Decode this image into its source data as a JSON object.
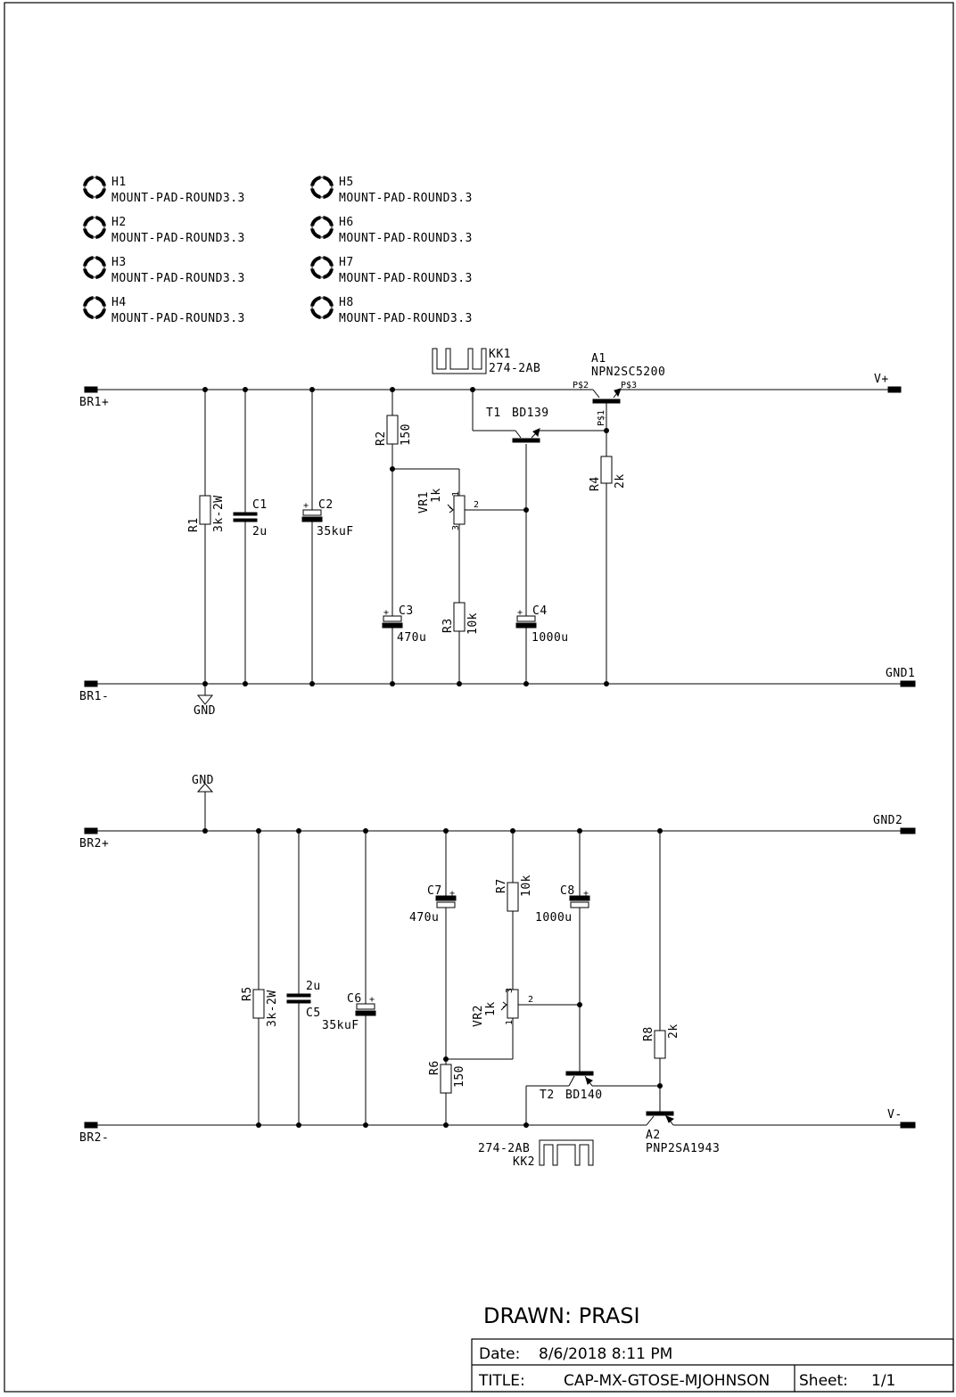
{
  "mount_pads": [
    {
      "ref": "H1",
      "value": "MOUNT-PAD-ROUND3.3"
    },
    {
      "ref": "H2",
      "value": "MOUNT-PAD-ROUND3.3"
    },
    {
      "ref": "H3",
      "value": "MOUNT-PAD-ROUND3.3"
    },
    {
      "ref": "H4",
      "value": "MOUNT-PAD-ROUND3.3"
    },
    {
      "ref": "H5",
      "value": "MOUNT-PAD-ROUND3.3"
    },
    {
      "ref": "H6",
      "value": "MOUNT-PAD-ROUND3.3"
    },
    {
      "ref": "H7",
      "value": "MOUNT-PAD-ROUND3.3"
    },
    {
      "ref": "H8",
      "value": "MOUNT-PAD-ROUND3.3"
    }
  ],
  "nets": {
    "br1_plus": "BR1+",
    "br1_minus": "BR1-",
    "v_plus": "V+",
    "gnd1": "GND1",
    "br2_plus": "BR2+",
    "br2_minus": "BR2-",
    "v_minus": "V-",
    "gnd2": "GND2",
    "gnd": "GND"
  },
  "upper": {
    "kk1": {
      "ref": "KK1",
      "value": "274-2AB"
    },
    "a1": {
      "ref": "A1",
      "value": "NPN2SC5200",
      "pin_base": "P$1",
      "pin_c": "P$2",
      "pin_e": "P$3"
    },
    "t1": {
      "ref": "T1",
      "value": "BD139"
    },
    "r1": {
      "ref": "R1",
      "value": "3k-2W"
    },
    "c1": {
      "ref": "C1",
      "value": "2u"
    },
    "c2": {
      "ref": "C2",
      "value": "35kuF"
    },
    "r2": {
      "ref": "R2",
      "value": "150"
    },
    "vr1": {
      "ref": "VR1",
      "value": "1k",
      "pin1": "1",
      "pin2": "2",
      "pin3": "3"
    },
    "c3": {
      "ref": "C3",
      "value": "470u"
    },
    "r3": {
      "ref": "R3",
      "value": "10k"
    },
    "c4": {
      "ref": "C4",
      "value": "1000u"
    },
    "r4": {
      "ref": "R4",
      "value": "2k"
    }
  },
  "lower": {
    "r5": {
      "ref": "R5",
      "value": "3k-2W"
    },
    "c5": {
      "ref": "C5",
      "value": "2u"
    },
    "c6": {
      "ref": "C6",
      "value": "35kuF"
    },
    "c7": {
      "ref": "C7",
      "value": "470u"
    },
    "r7": {
      "ref": "R7",
      "value": "10k"
    },
    "c8": {
      "ref": "C8",
      "value": "1000u"
    },
    "vr2": {
      "ref": "VR2",
      "value": "1k",
      "pin1": "1",
      "pin2": "2",
      "pin3": "3"
    },
    "r6": {
      "ref": "R6",
      "value": "150"
    },
    "t2": {
      "ref": "T2",
      "value": "BD140"
    },
    "r8": {
      "ref": "R8",
      "value": "2k"
    },
    "a2": {
      "ref": "A2",
      "value": "PNP2SA1943"
    },
    "kk2": {
      "ref": "KK2",
      "value": "274-2AB"
    }
  },
  "title_block": {
    "drawn": "DRAWN: PRASI",
    "date_label": "Date:",
    "date_value": "8/6/2018 8:11 PM",
    "title_label": "TITLE:",
    "title_value": "CAP-MX-GTOSE-MJOHNSON",
    "sheet_label": "Sheet:",
    "sheet_value": "1/1"
  }
}
